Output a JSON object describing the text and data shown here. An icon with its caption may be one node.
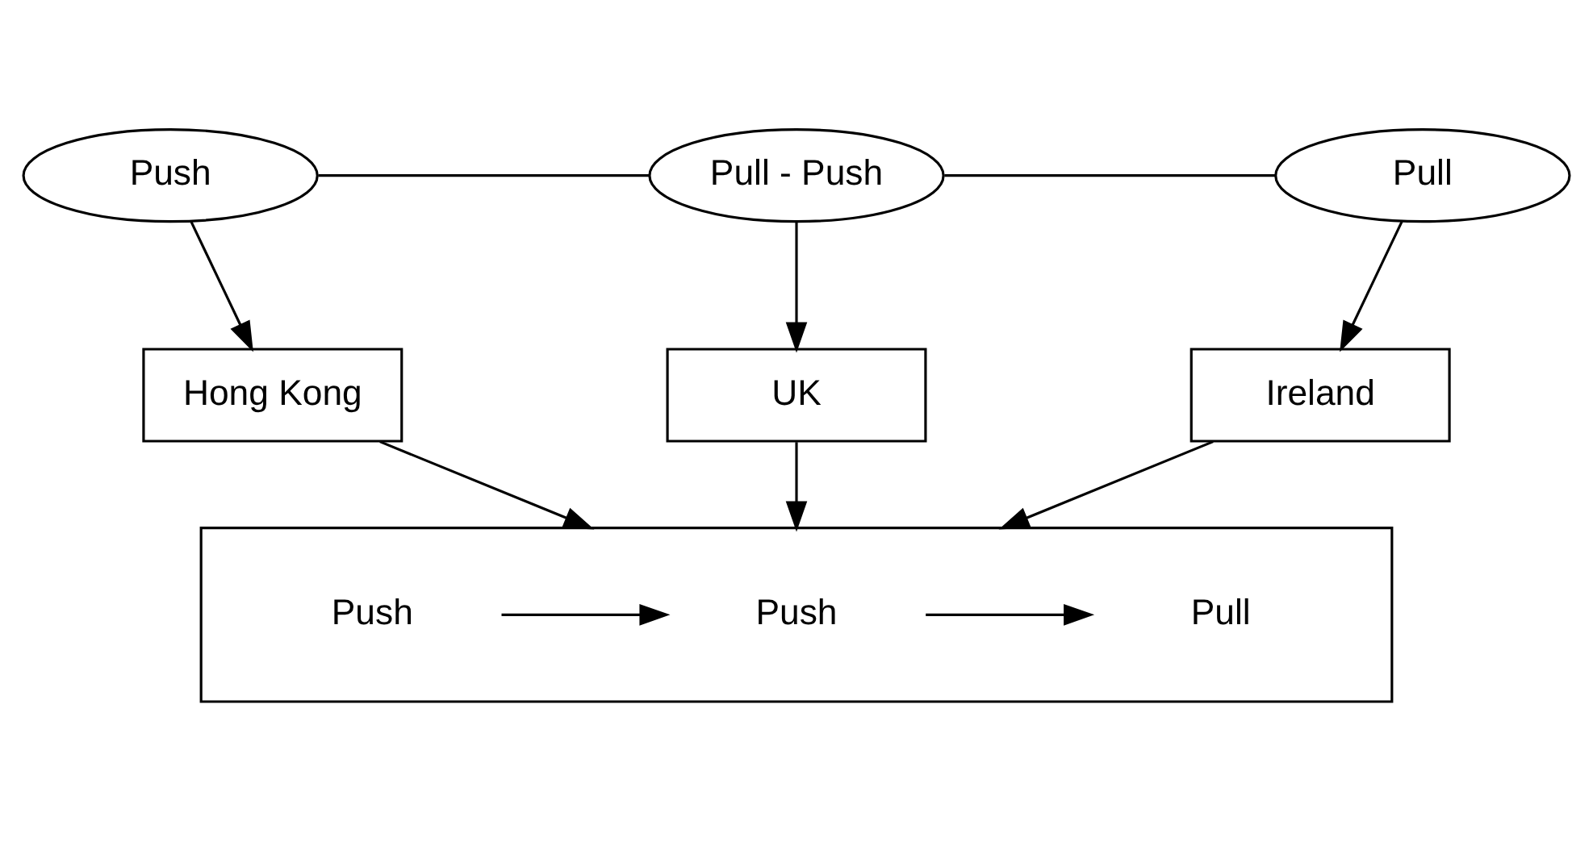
{
  "diagram": {
    "nodes": [
      {
        "text": [
          "Push"
        ]
      },
      {
        "text": [
          "Pull - Push"
        ]
      },
      {
        "text": [
          "Pull"
        ]
      },
      {
        "text": [
          "Hong Kong"
        ]
      },
      {
        "text": [
          "UK"
        ]
      },
      {
        "text": [
          "Ireland"
        ]
      },
      {
        "text": [],
        "shape": "box"
      },
      {
        "text": [
          "Push"
        ],
        "in": 6
      },
      {
        "text": [
          "Push"
        ],
        "in": 6
      },
      {
        "text": [
          "Pull"
        ],
        "in": 6
      }
    ],
    "edges": [
      {
        "from": 0,
        "to": 1,
        "arrow": "none"
      },
      {
        "from": 1,
        "to": 2,
        "arrow": "none"
      },
      {
        "from": 0,
        "to": 3,
        "arrow": "to"
      },
      {
        "from": 1,
        "to": 4,
        "arrow": "to"
      },
      {
        "from": 2,
        "to": 5,
        "arrow": "to"
      },
      {
        "from": 3,
        "to": 6,
        "arrow": "to"
      },
      {
        "from": 4,
        "to": 6,
        "arrow": "to"
      },
      {
        "from": 5,
        "to": 6,
        "arrow": "to"
      },
      {
        "from": 7,
        "to": 8,
        "arrow": "to"
      },
      {
        "from": 8,
        "to": 9,
        "arrow": "to"
      }
    ]
  }
}
